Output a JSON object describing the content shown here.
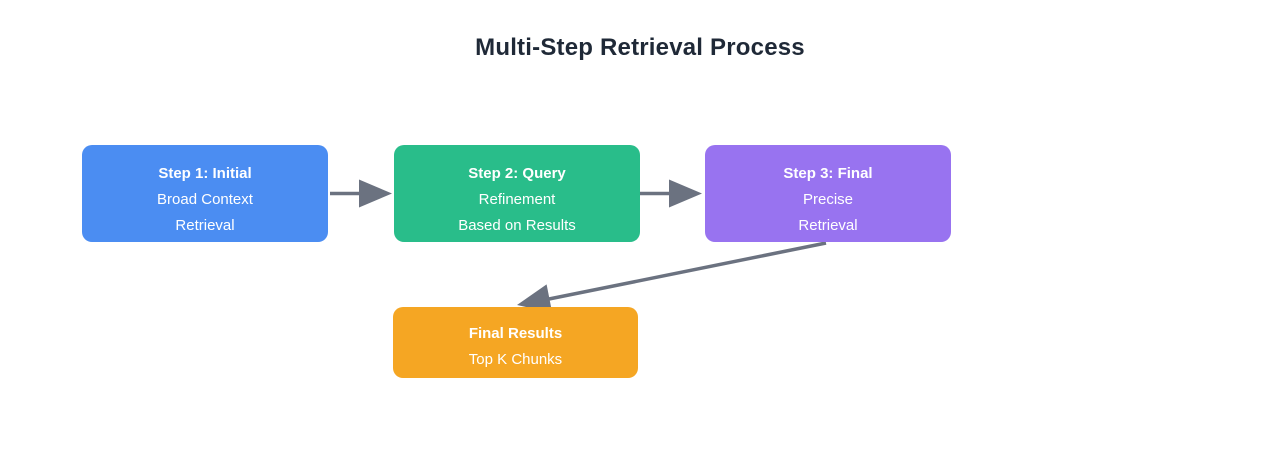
{
  "title": "Multi-Step Retrieval Process",
  "colors": {
    "title_text": "#1f2937",
    "node_text": "#ffffff",
    "arrow": "#6b7280",
    "background": "#ffffff",
    "step1_fill": "#4b8df2",
    "step2_fill": "#29bd8a",
    "step3_fill": "#9873f0",
    "final_fill": "#f5a623"
  },
  "nodes": [
    {
      "id": "step1",
      "title": "Step 1: Initial",
      "lines": [
        "Broad Context",
        "Retrieval"
      ]
    },
    {
      "id": "step2",
      "title": "Step 2: Query",
      "lines": [
        "Refinement",
        "Based on Results"
      ]
    },
    {
      "id": "step3",
      "title": "Step 3: Final",
      "lines": [
        "Precise",
        "Retrieval"
      ]
    },
    {
      "id": "final",
      "title": "Final Results",
      "lines": [
        "Top K Chunks"
      ]
    }
  ],
  "edges": [
    {
      "from": "step1",
      "to": "step2"
    },
    {
      "from": "step2",
      "to": "step3"
    },
    {
      "from": "step3",
      "to": "final"
    }
  ]
}
